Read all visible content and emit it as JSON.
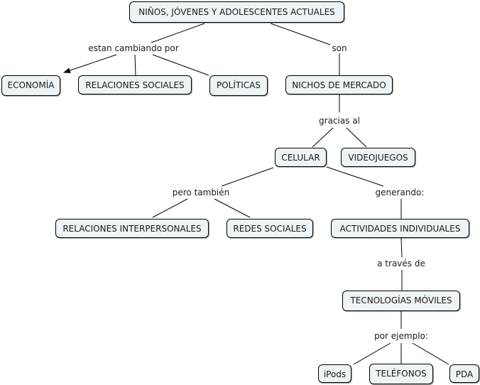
{
  "concept_map": {
    "nodes": {
      "root": "NIÑOS, JÓVENES Y ADOLESCENTES ACTUALES",
      "economia": "ECONOMÍA",
      "relaciones_sociales": "RELACIONES SOCIALES",
      "politicas": "POLÍTICAS",
      "nichos": "NICHOS DE MERCADO",
      "celular": "CELULAR",
      "videojuegos": "VIDEOJUEGOS",
      "relaciones_interpersonales": "RELACIONES INTERPERSONALES",
      "redes_sociales": "REDES SOCIALES",
      "actividades": "ACTIVIDADES INDIVIDUALES",
      "tecnologias": "TECNOLOGÍAS MÓVILES",
      "ipods": "iPods",
      "telefonos": "TELÉFONOS",
      "pda": "PDA"
    },
    "linking_phrases": {
      "estan_cambiando": "estan cambiando por",
      "son": "son",
      "gracias_al": "gracias al",
      "pero_tambien": "pero también",
      "generando": "generando:",
      "a_traves_de": "a través de",
      "por_ejemplo": "por ejemplo:"
    },
    "colors": {
      "node_fill": "#eef3f6",
      "node_border": "#000000",
      "line": "#000000"
    }
  }
}
